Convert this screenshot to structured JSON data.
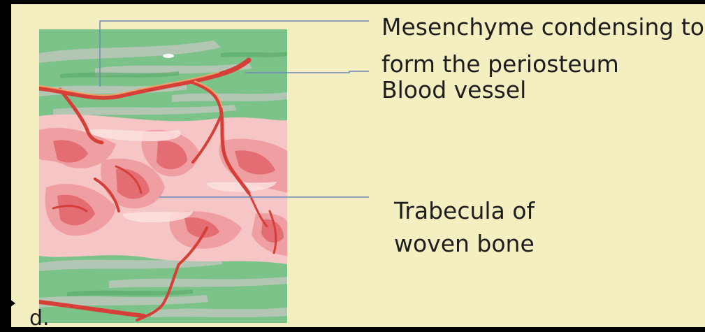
{
  "labels": {
    "mesenchyme_line1": "Mesenchyme condensing to",
    "mesenchyme_line2": "form the periosteum",
    "blood_vessel": "Blood vessel",
    "trabecula_line1": "Trabecula of",
    "trabecula_line2": "woven bone",
    "panel_letter": "d."
  },
  "colors": {
    "background": "#f3efc1",
    "mesenchyme": "#79c287",
    "bone_light": "#f7c9c9",
    "bone_mid": "#ee9c9d",
    "bone_dark": "#e0686f",
    "vessel": "#d5413a",
    "leader_line": "#6b87b8"
  }
}
